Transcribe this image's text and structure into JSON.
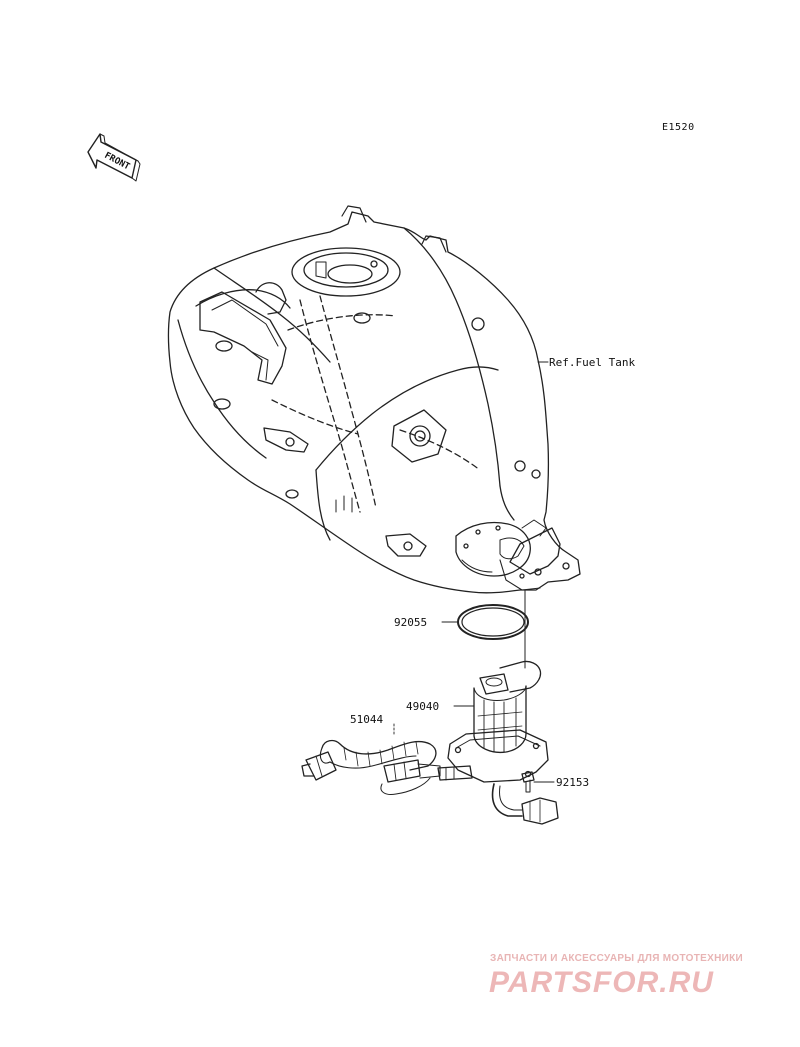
{
  "diagram": {
    "code": "E1520",
    "front_label": "FRONT",
    "ref_label": "Ref.Fuel Tank",
    "parts": [
      {
        "number": "92055"
      },
      {
        "number": "49040"
      },
      {
        "number": "51044"
      },
      {
        "number": "92153"
      }
    ]
  },
  "watermark": {
    "tagline": "ЗАПЧАСТИ И АКСЕССУАРЫ ДЛЯ МОТОТЕХНИКИ",
    "logo": "PARTSFOR.RU",
    "color": "#e8a0a0"
  }
}
